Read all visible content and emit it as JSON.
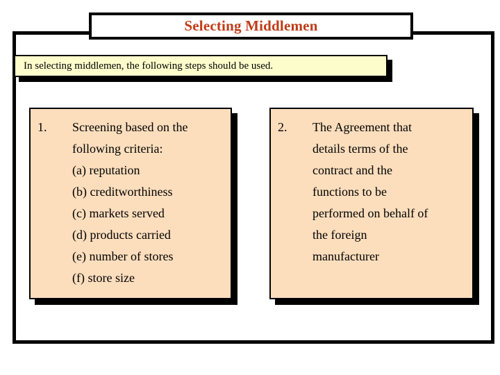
{
  "slide": {
    "title": "Selecting Middlemen",
    "title_color": "#bf3b16",
    "banner_text": "In selecting middlemen, the following steps should be used.",
    "banner_color": "#ffffcc",
    "box_color": "#fcdebd",
    "frame_color": "#000000",
    "items": [
      {
        "number": "1.",
        "lines": [
          "Screening based on the",
          "following criteria:",
          "(a) reputation",
          "(b) creditworthiness",
          "(c) markets served",
          "(d) products carried",
          "(e) number of stores",
          "(f) store size"
        ]
      },
      {
        "number": "2.",
        "lines": [
          "The Agreement that",
          "details terms of the",
          "contract and the",
          "functions to be",
          "performed on behalf of",
          "the foreign",
          "manufacturer"
        ]
      }
    ]
  }
}
